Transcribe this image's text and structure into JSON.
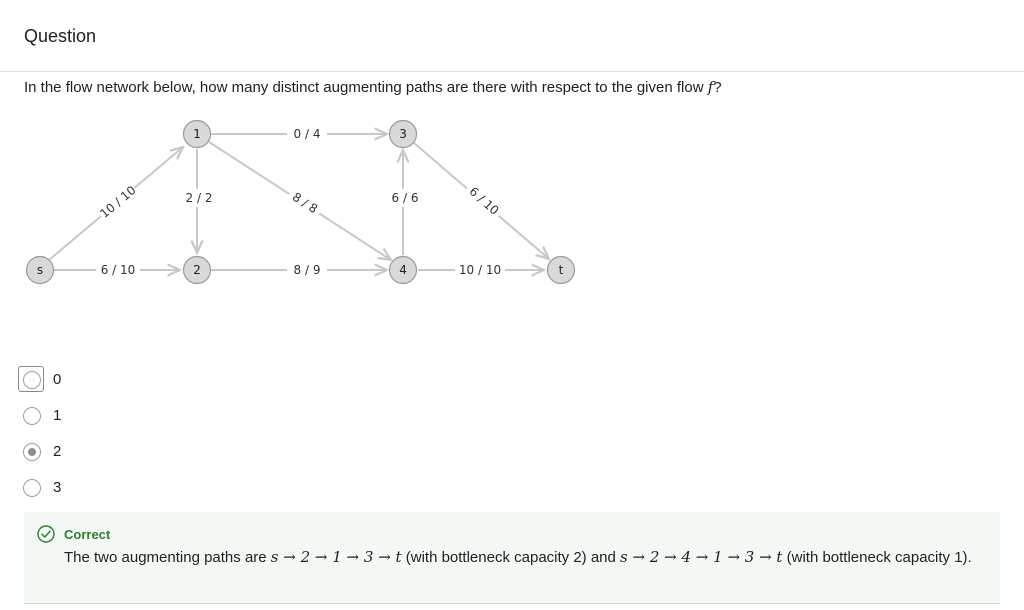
{
  "header": {
    "title": "Question"
  },
  "question": {
    "text": "In the flow network below, how many distinct augmenting paths are there with respect to the given flow",
    "flow_symbol": "f",
    "end": "?"
  },
  "graph": {
    "nodes": [
      "s",
      "1",
      "2",
      "3",
      "4",
      "t"
    ],
    "edges": [
      {
        "from": "s",
        "to": "1",
        "label": "10 / 10"
      },
      {
        "from": "s",
        "to": "2",
        "label": "6 / 10"
      },
      {
        "from": "1",
        "to": "2",
        "label": "2 / 2"
      },
      {
        "from": "1",
        "to": "3",
        "label": "0 / 4"
      },
      {
        "from": "1",
        "to": "4",
        "label": "8 / 8"
      },
      {
        "from": "2",
        "to": "4",
        "label": "8 / 9"
      },
      {
        "from": "4",
        "to": "3",
        "label": "6 / 6"
      },
      {
        "from": "3",
        "to": "t",
        "label": "6 / 10"
      },
      {
        "from": "4",
        "to": "t",
        "label": "10 / 10"
      }
    ]
  },
  "choices": [
    {
      "label": "0",
      "selected": false
    },
    {
      "label": "1",
      "selected": false
    },
    {
      "label": "2",
      "selected": true
    },
    {
      "label": "3",
      "selected": false
    }
  ],
  "feedback": {
    "status": "Correct",
    "t1": "The two augmenting paths are ",
    "path1": "s → 2 → 1 → 3 → t",
    "t2": " (with bottleneck capacity 2) and ",
    "path2": "s → 2 → 4 → 1 → 3 → t",
    "t3": " (with bottleneck capacity 1).",
    "status_color": "#2e7d32"
  }
}
